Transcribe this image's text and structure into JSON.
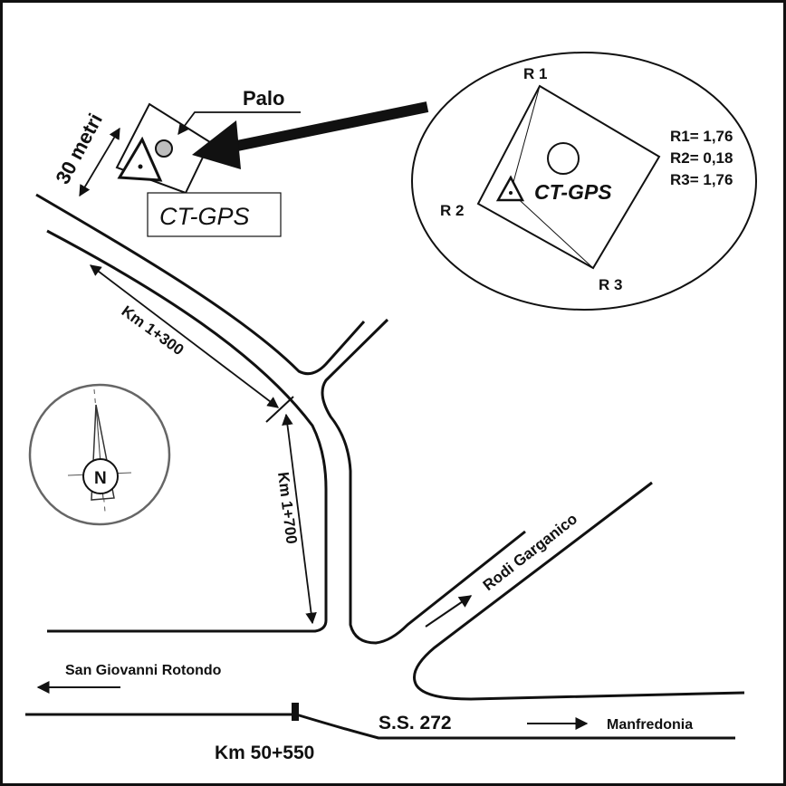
{
  "labels": {
    "distance_30": "30 metri",
    "palo": "Palo",
    "station_box": "CT-GPS",
    "station_detail": "CT-GPS",
    "r1": "R 1",
    "r2": "R 2",
    "r3": "R 3",
    "km_1300": "Km 1+300",
    "km_1700": "Km 1+700",
    "rodi": "Rodi Garganico",
    "san_giovanni": "San Giovanni Rotondo",
    "ss272": "S.S. 272",
    "manfredonia": "Manfredonia",
    "km_50550": "Km 50+550",
    "compass_n": "N"
  },
  "measurements": [
    {
      "name": "R1",
      "value": "1,76",
      "text": "R1= 1,76"
    },
    {
      "name": "R2",
      "value": "0,18",
      "text": "R2= 0,18"
    },
    {
      "name": "R3",
      "value": "1,76",
      "text": "R3= 1,76"
    }
  ],
  "colors": {
    "ink": "#111111",
    "compass_ring": "#666666",
    "pole_fill": "#bdbdbd"
  },
  "icons": [
    "north-arrow-icon",
    "triangle-station-icon",
    "pole-icon",
    "direction-arrow-icon"
  ]
}
